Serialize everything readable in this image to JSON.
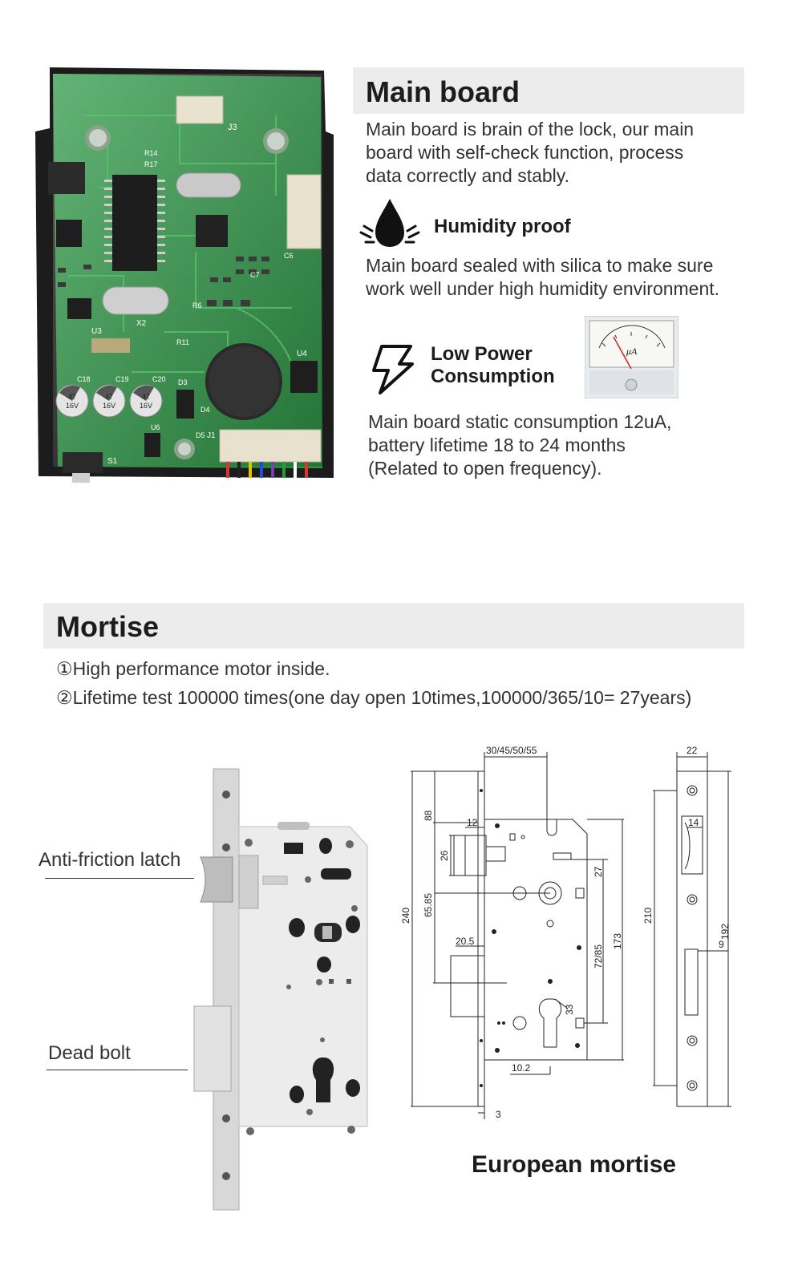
{
  "main_board": {
    "title": "Main board",
    "description": [
      "Main board is brain of the lock, our main",
      "board with self-check function, process",
      "data correctly and stably."
    ],
    "humidity": {
      "icon": "water-drop-icon",
      "title": "Humidity proof",
      "text": [
        "Main board sealed with silica to make sure",
        "work well under high humidity environment."
      ]
    },
    "power": {
      "icon": "lightning-icon",
      "title": [
        "Low Power",
        "Consumption"
      ],
      "meter_unit": "μA",
      "text": [
        "Main board static consumption 12uA,",
        "battery lifetime 18 to 24 months",
        "(Related to open frequency)."
      ]
    },
    "pcb_labels": {
      "r14": "R14",
      "r17": "R17",
      "j3": "J3",
      "j1": "J1",
      "x2": "X2",
      "u3": "U3",
      "u4": "U4",
      "u6": "U6",
      "d3": "D3",
      "d4": "D4",
      "d5": "D5",
      "s1": "S1",
      "c18": "C18",
      "c19": "C19",
      "c20": "C20",
      "r11": "R11",
      "r6": "R6",
      "c7": "C7",
      "c6": "C6",
      "cap1": "47",
      "cap2": "47",
      "cap3": "47",
      "cap_rating": "16V"
    }
  },
  "mortise": {
    "title": "Mortise",
    "notes": [
      "①High performance motor inside.",
      "②Lifetime test 100000 times(one day open 10times,100000/365/10= 27years)"
    ],
    "callouts": {
      "latch": "Anti-friction latch",
      "deadbolt": "Dead bolt"
    },
    "caption": "European mortise",
    "dimensions": {
      "backset": "30/45/50/55",
      "d88": "88",
      "d12": "12",
      "d26": "26",
      "d65": "65.85",
      "d240": "240",
      "d27": "27",
      "d173": "173",
      "d72": "72/85",
      "d20_5": "20.5",
      "d33": "33",
      "d10_2": "10.2",
      "d3": "3",
      "d22": "22",
      "d14": "14",
      "d210": "210",
      "d192": "192",
      "d9": "9"
    }
  },
  "colors": {
    "pcb_green": "#2e9a4a",
    "title_bar": "#ececec",
    "text": "#333333"
  }
}
